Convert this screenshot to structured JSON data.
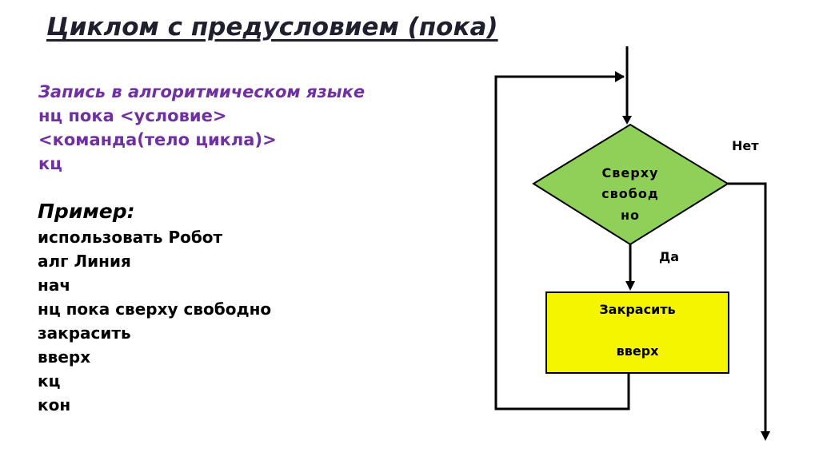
{
  "title": "Циклом с предусловием (пока)",
  "syntax": {
    "heading": "Запись в алгоритмическом языке",
    "lines": [
      "нц пока <условие>",
      "<команда(тело цикла)>",
      "кц"
    ]
  },
  "example": {
    "heading": "Пример:",
    "lines": [
      "использовать Робот",
      "алг Линия",
      "нач",
      "нц пока сверху свободно",
      "закрасить",
      "вверх",
      "кц",
      "кон"
    ]
  },
  "flowchart": {
    "condition_lines": [
      "Сверху",
      "свобод",
      "но"
    ],
    "action_lines": [
      "Закрасить",
      "вверх"
    ],
    "no_label": "Нет",
    "yes_label": "Да",
    "colors": {
      "condition": "#8fd058",
      "action": "#f5f500",
      "line": "#000000"
    }
  }
}
